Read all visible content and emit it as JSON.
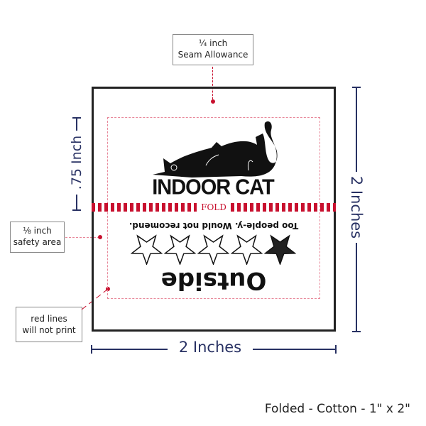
{
  "callouts": {
    "seam": {
      "line1": "¼ inch",
      "line2": "Seam Allowance"
    },
    "safety": {
      "line1": "⅛ inch",
      "line2": "safety area"
    },
    "red_lines": {
      "line1": "red lines",
      "line2": "will not print"
    }
  },
  "label": {
    "brand": "INDOOR CAT",
    "fold": "FOLD",
    "review": "Too people-y. Would not recomend.",
    "rating": 1,
    "max_rating": 5,
    "category": "Outside"
  },
  "dimensions": {
    "height": "2 Inches",
    "width": "2 Inches",
    "top_part": ".75 Inch"
  },
  "footer": "Folded - Cotton - 1\" x 2\"",
  "colors": {
    "navy": "#283163",
    "red": "#c8102e"
  }
}
